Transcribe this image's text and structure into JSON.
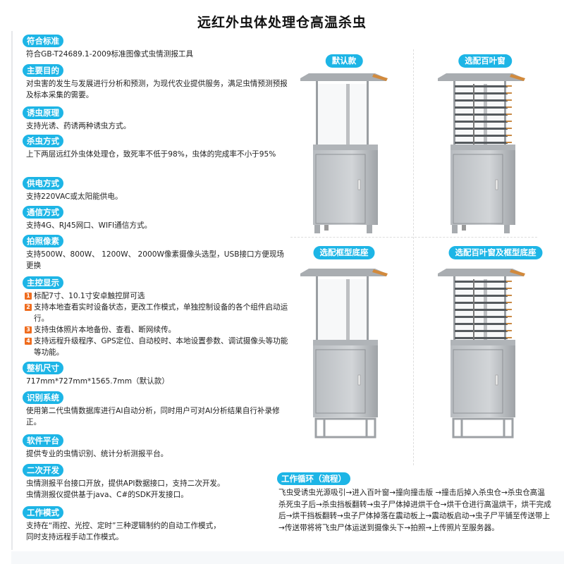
{
  "title": "远红外虫体处理仓高温杀虫",
  "sections": [
    {
      "tag": "符合标准",
      "text": "符合GB-T24689.1-2009标准图像式虫情测报工具"
    },
    {
      "tag": "主要目的",
      "text": "对虫害的发生与发展进行分析和预测，为现代农业提供服务，满足虫情预测预报及标本采集的需要。"
    },
    {
      "tag": "诱虫原理",
      "text": "支持光诱、药诱两种诱虫方式。"
    },
    {
      "tag": "杀虫方式",
      "text": "上下两层远红外虫体处理仓，致死率不低于98%，虫体的完成率不小于95%"
    },
    {
      "tag": "供电方式",
      "text": "支持220VAC或太阳能供电。"
    },
    {
      "tag": "通信方式",
      "text": "支持4G、RJ45网口、WIFI通信方式。"
    },
    {
      "tag": "拍照像素",
      "text": "支持500W、800W、 1200W、 2000W像素摄像头选型，USB接口方便现场更换"
    },
    {
      "tag": "主控显示",
      "items": [
        {
          "n": "1",
          "text": "标配7寸、10.1寸安卓触控屏可选"
        },
        {
          "n": "2",
          "text": "支持本地查看实时设备状态，更改工作模式，单独控制设备的各个组件启动运行。"
        },
        {
          "n": "3",
          "text": "支持虫体照片本地备份、查看、断网续传。"
        },
        {
          "n": "4",
          "text": "支持远程升级程序、GPS定位、自动校时、本地设置参数、调试摄像头等功能等功能。"
        }
      ]
    },
    {
      "tag": "整机尺寸",
      "text": "717mm*727mm*1565.7mm（默认款）"
    },
    {
      "tag": "识别系统",
      "text": "使用第二代虫情数据库进行AI自动分析，同时用户可对AI分析结果自行补录修正。"
    },
    {
      "tag": "软件平台",
      "text": "提供专业的虫情识别、统计分析测报平台。"
    },
    {
      "tag": "二次开发",
      "text": "虫情测报平台接口开放，提供API数据接口，支持二次开发。\n虫情测报仪提供基于java、C#的SDK开发接口。"
    },
    {
      "tag": "工作模式",
      "text": "支持在“雨控、光控、定时”三种逻辑制约的自动工作模式，\n同时支持远程手动工作模式。"
    }
  ],
  "variants": [
    {
      "label": "默认款",
      "louver": false,
      "frame_base": false
    },
    {
      "label": "选配百叶窗",
      "louver": true,
      "frame_base": false
    },
    {
      "label": "选配框型底座",
      "louver": false,
      "frame_base": true
    },
    {
      "label": "选配百叶窗及框型底座",
      "louver": true,
      "frame_base": true
    }
  ],
  "workflow": {
    "tag": "工作循环（流程）",
    "text": "飞虫受诱虫光源吸引→进入百叶窗→撞向撞击版 →撞击后掉入杀虫仓→杀虫仓高温杀死虫子后→杀虫挡板翻转→虫子尸体掉进烘干仓→烘干仓进行高温烘干，烘干完成后→烘干挡板翻转→虫子尸体掉落在震动板上→震动板启动→虫子尸平铺至传送带上→传送带将将飞虫尸体运送到摄像头下→拍照→上传照片至服务器。"
  },
  "colors": {
    "accent": "#1db5e6",
    "number_badge": "#ef6c1e"
  }
}
